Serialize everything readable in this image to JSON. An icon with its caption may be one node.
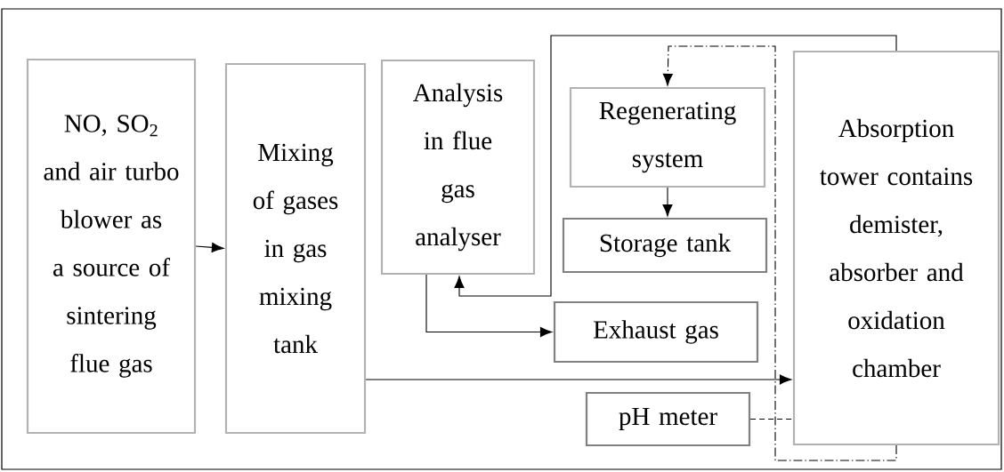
{
  "diagram": {
    "nodes": [
      {
        "text": [
          "NO, SO$_{2}$ and air turbo blower as a source of sintering flue gas"
        ]
      },
      {
        "text": [
          "Mixing of gases in gas mixing tank"
        ]
      },
      {
        "text": [
          "Analysis in flue gas analyser"
        ]
      },
      {
        "text": [
          "Regenerating system"
        ]
      },
      {
        "text": [
          "Storage tank"
        ]
      },
      {
        "text": [
          "Exhaust gas"
        ]
      },
      {
        "text": [
          "pH meter"
        ]
      },
      {
        "text": [
          "Absorption tower contains demister, absorber and oxidation chamber"
        ]
      }
    ],
    "edges": [
      {
        "from": 0,
        "to": 1,
        "arrow": "to"
      },
      {
        "from": 1,
        "to": 7,
        "arrow": "to"
      },
      {
        "from": 7,
        "to": 2,
        "arrow": "to"
      },
      {
        "from": 2,
        "to": 5,
        "arrow": "to"
      },
      {
        "from": 3,
        "to": 4,
        "arrow": "to"
      },
      {
        "from": 7,
        "to": 3,
        "arrow": "to",
        "style": "dashed"
      },
      {
        "from": 6,
        "to": 7,
        "arrow": "none",
        "style": "dashed"
      }
    ]
  }
}
